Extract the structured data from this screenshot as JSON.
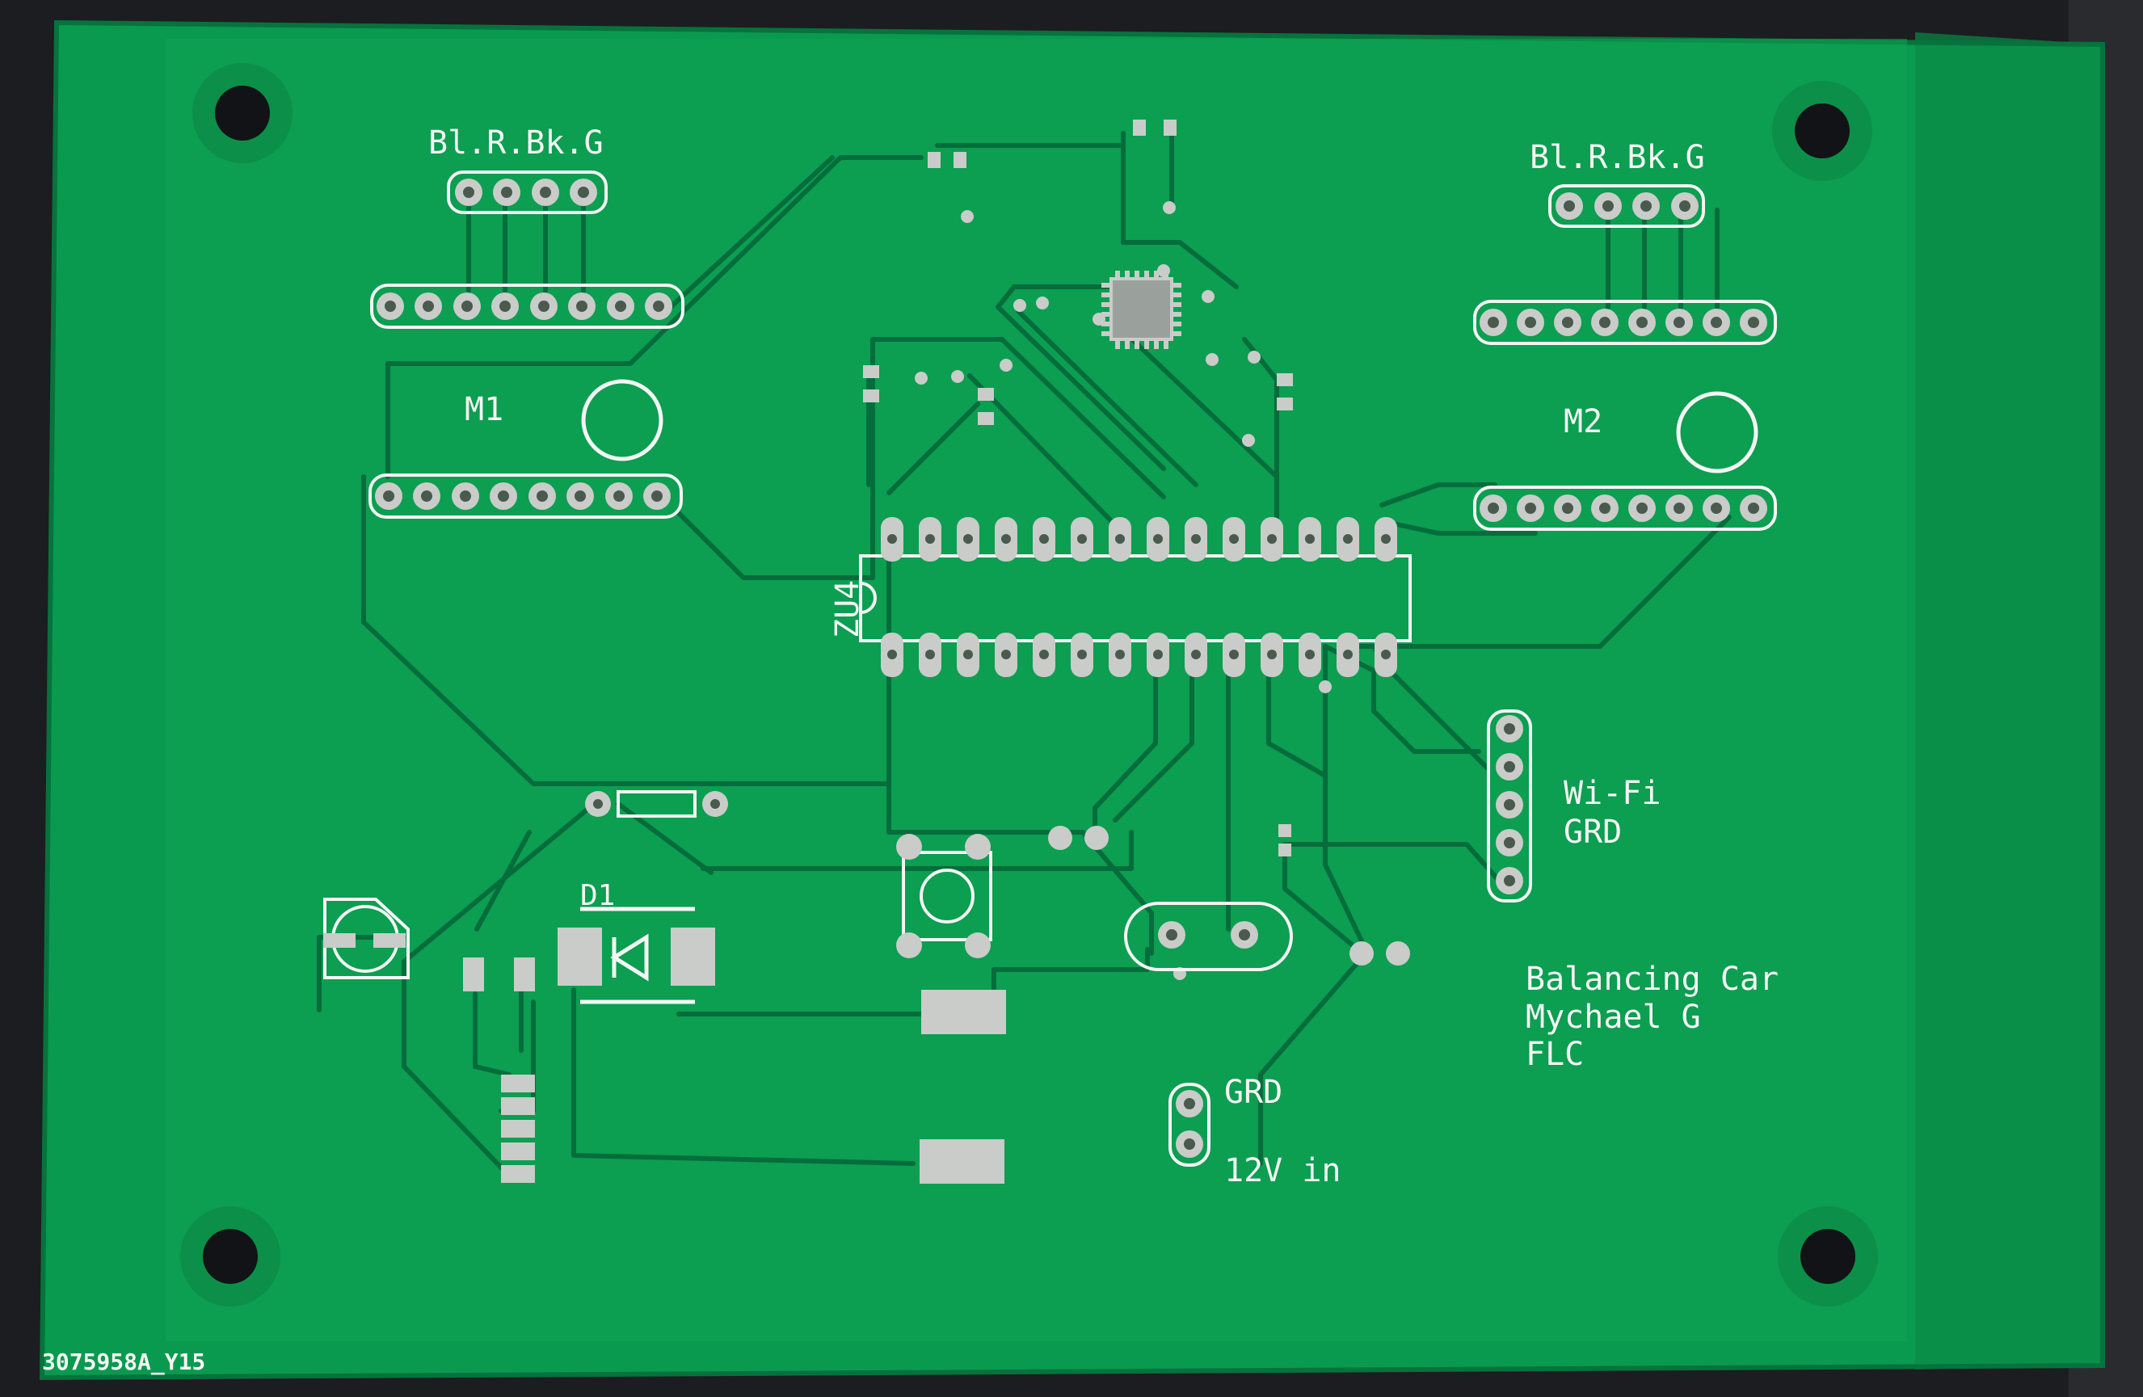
{
  "board": {
    "color_board": "#0a9a4f",
    "color_board_edge": "#07804a",
    "color_copper_trace": "#056d3c",
    "color_silkscreen": "#f4f6f4",
    "color_pad": "#c9ccc8",
    "color_background": "#1c1d20"
  },
  "labels": {
    "connector_left": "Bl.R.Bk.G",
    "connector_right": "Bl.R.Bk.G",
    "motor_left": "M1",
    "motor_right": "M2",
    "chip": "ZU4",
    "diode": "D1",
    "wifi": "Wi-Fi",
    "wifi_ground": "GRD",
    "power_ground": "GRD",
    "power_in": "12V in",
    "title": "Balancing Car",
    "author": "Mychael G",
    "org": "FLC",
    "batch_code": "3075958A_Y15"
  }
}
